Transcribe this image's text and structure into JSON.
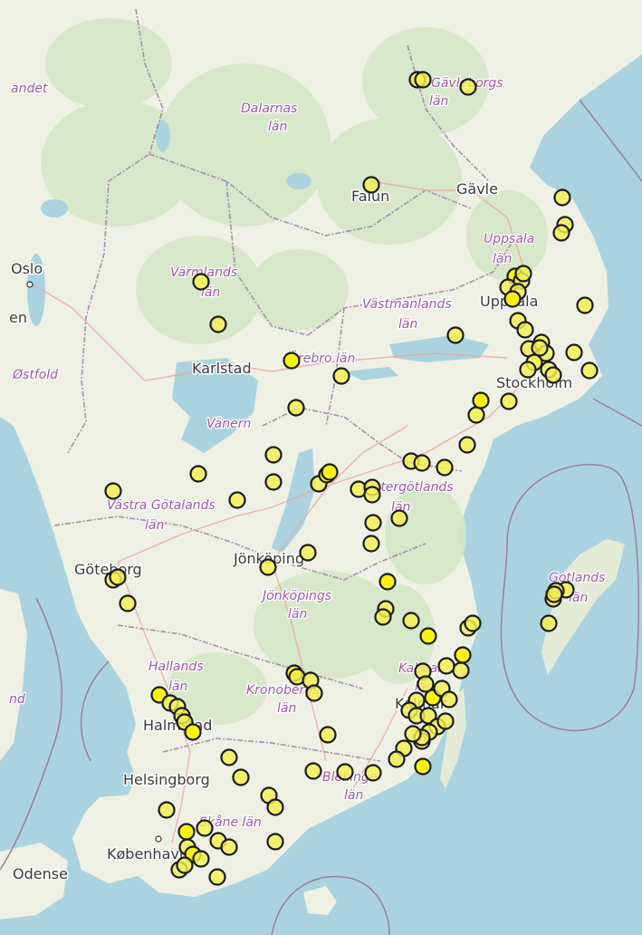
{
  "colors": {
    "sea": "#aad3df",
    "land": "#e9eddf",
    "forest": "#cfe4c2",
    "lake": "#aad3df",
    "border": "#9a7fa0",
    "road": "#e8a9a0",
    "marker_fill": "#f2ef4f",
    "marker_fill_strong": "#f7f10f",
    "marker_stroke": "#1a1a1a"
  },
  "places": [
    {
      "id": "oslo",
      "label": "Oslo"
    },
    {
      "id": "oslo-fragment",
      "label": "en"
    },
    {
      "id": "ostfold",
      "label": "Østfold",
      "italic": true
    },
    {
      "id": "karlstad",
      "label": "Karlstad"
    },
    {
      "id": "falun",
      "label": "Falun"
    },
    {
      "id": "gavle",
      "label": "Gävle"
    },
    {
      "id": "uppsala",
      "label": "Uppsala"
    },
    {
      "id": "stockholm",
      "label": "Stockholm"
    },
    {
      "id": "goteborg",
      "label": "Göteborg"
    },
    {
      "id": "jonkoping",
      "label": "Jönköping"
    },
    {
      "id": "halmstad",
      "label": "Halmstad"
    },
    {
      "id": "helsingborg",
      "label": "Helsingborg"
    },
    {
      "id": "kobenhavn",
      "label": "København"
    },
    {
      "id": "odense",
      "label": "Odense"
    },
    {
      "id": "kalmar",
      "label": "Kalmar"
    }
  ],
  "regions": [
    {
      "id": "dalarnas",
      "label": "Dalarnas län"
    },
    {
      "id": "varmlands",
      "label": "Värmlands län"
    },
    {
      "id": "vastmanlands",
      "label": "Västmanlands län"
    },
    {
      "id": "uppsala-lan",
      "label": "Uppsala län"
    },
    {
      "id": "gavleborgs",
      "label": "Gävleborgs län"
    },
    {
      "id": "orebro",
      "label": "Örebro län"
    },
    {
      "id": "vanern",
      "label": "Vänern"
    },
    {
      "id": "vastra-gotalands",
      "label": "Västra Götalands län"
    },
    {
      "id": "ostergotlands",
      "label": "Östergötlands län"
    },
    {
      "id": "jonkopings",
      "label": "Jönköpings län"
    },
    {
      "id": "hallands",
      "label": "Hallands län"
    },
    {
      "id": "kronobergs",
      "label": "Kronobergs län"
    },
    {
      "id": "kalmar-lan",
      "label": "Kalmar län"
    },
    {
      "id": "blekinge",
      "label": "Blekinge län"
    },
    {
      "id": "skane",
      "label": "Skåne län"
    },
    {
      "id": "gotlands",
      "label": "Gotlands län"
    },
    {
      "id": "fragment-andet",
      "label": "andet"
    },
    {
      "id": "fragment-nd",
      "label": "nd"
    }
  ]
}
